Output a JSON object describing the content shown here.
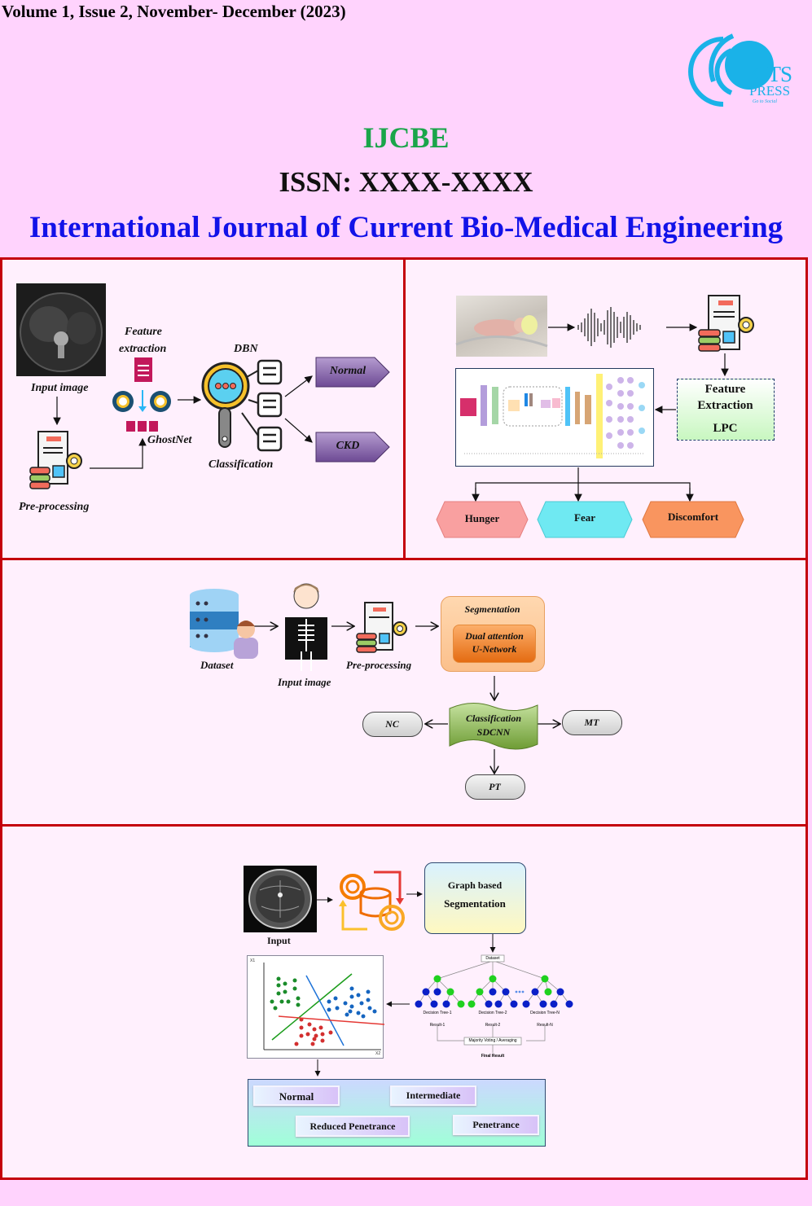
{
  "header": {
    "volume_info": "Volume 1, Issue 2, November- December (2023)",
    "logo": {
      "name": "KITS",
      "sub": "PRESS",
      "tagline": "Go to Social",
      "color": "#1ab2e8"
    },
    "abbreviation": "IJCBE",
    "issn": "ISSN: XXXX-XXXX",
    "journal_title": "International Journal of Current Bio-Medical Engineering",
    "colors": {
      "abbreviation": "#1aa54a",
      "journal_title": "#1212e8",
      "panel_border": "#c4000b",
      "page_bg": "#ffd3fd",
      "panel_bg": "#fff0fd"
    }
  },
  "panel_ckd": {
    "input_label": "Input image",
    "feature_label_1": "Feature",
    "feature_label_2": "extraction",
    "ghostnet_label": "GhostNet",
    "preprocessing_label": "Pre-processing",
    "dbn_label": "DBN",
    "classification_label": "Classification",
    "outputs": [
      "Normal",
      "CKD"
    ]
  },
  "panel_infant_cry": {
    "feature_box_line1": "Feature",
    "feature_box_line2": "Extraction",
    "feature_box_line3": "LPC",
    "outputs": [
      "Hunger",
      "Fear",
      "Discomfort"
    ]
  },
  "panel_xray": {
    "dataset_label": "Dataset",
    "input_label": "Input image",
    "preprocessing_label": "Pre-processing",
    "segmentation_title": "Segmentation",
    "segmentation_inner_1": "Dual attention",
    "segmentation_inner_2": "U-Network",
    "classification_1": "Classification",
    "classification_2": "SDCNN",
    "outputs": [
      "NC",
      "MT",
      "PT"
    ]
  },
  "panel_brain": {
    "input_label": "Input",
    "segmentation_1": "Graph based",
    "segmentation_2": "Segmentation",
    "scatter_axis_y": "X1",
    "scatter_axis_x": "X2",
    "forest": {
      "dataset": "Dataset",
      "trees": [
        "Decision Tree-1",
        "Decision Tree-2",
        "Decision Tree-N"
      ],
      "results": [
        "Result-1",
        "Result-2",
        "Result-N"
      ],
      "voting": "Majority Voting / Averaging",
      "final": "Final Result"
    },
    "outputs": [
      "Normal",
      "Intermediate",
      "Reduced Penetrance",
      "Penetrance"
    ]
  }
}
